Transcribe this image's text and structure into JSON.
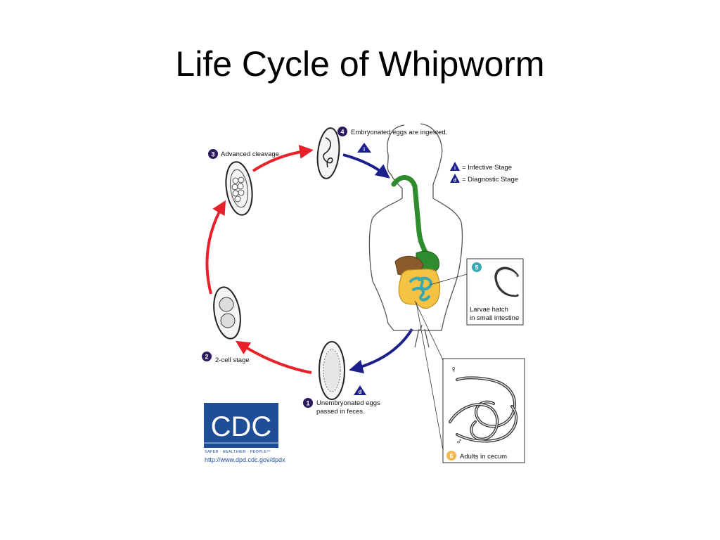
{
  "slide": {
    "title": "Life Cycle of Whipworm"
  },
  "diagram": {
    "stages": [
      {
        "number": "1",
        "label_lines": [
          "Unembryonated eggs",
          "passed in feces."
        ]
      },
      {
        "number": "2",
        "label_lines": [
          "2-cell stage"
        ]
      },
      {
        "number": "3",
        "label_lines": [
          "Advanced cleavage"
        ]
      },
      {
        "number": "4",
        "label_lines": [
          "Embryonated eggs are ingested."
        ]
      },
      {
        "number": "5",
        "label_lines": [
          "Larvae hatch",
          "in small intestine"
        ]
      },
      {
        "number": "6",
        "label_lines": [
          "Adults in cecum"
        ]
      }
    ],
    "legend": {
      "infective": {
        "symbol": "i",
        "label": "= Infective Stage"
      },
      "diagnostic": {
        "symbol": "d",
        "label": "= Diagnostic Stage"
      }
    },
    "sex_symbols": {
      "female": "♀",
      "male": "♂"
    },
    "logo": {
      "text": "CDC",
      "tagline": "SAFER · HEALTHIER · PEOPLE™",
      "url": "http://www.dpd.cdc.gov/dpdx"
    },
    "colors": {
      "cycle_arrow": "#e8202a",
      "infection_arrow": "#1b1f8c",
      "stage_badge": "#2b1a5e",
      "stage5_badge": "#3aa8b0",
      "stage6_badge": "#f2b84b",
      "esophagus_stomach": "#2e8b2e",
      "liver": "#8b5a2b",
      "colon": "#f5c242",
      "small_intestine": "#3aa8b0",
      "cdc_blue": "#1f4e96"
    }
  }
}
